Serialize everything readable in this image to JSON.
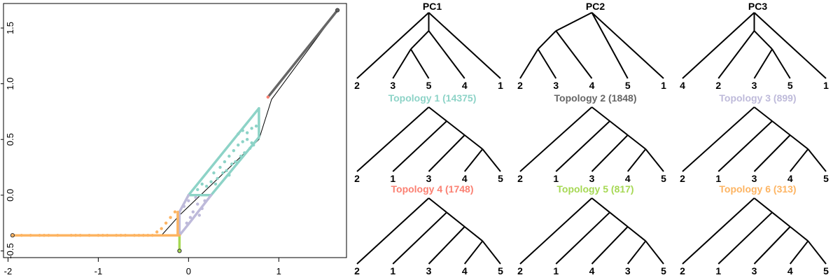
{
  "colors": {
    "topology_1": "#8dd3c7",
    "topology_2": "#666666",
    "topology_3": "#bebada",
    "topology_4": "#fb8072",
    "topology_5": "#a6d854",
    "topology_6": "#fdb462",
    "axis": "#000000",
    "path": "#000000"
  },
  "chart_data": [
    {
      "type": "scatter",
      "title": "",
      "xlabel": "",
      "ylabel": "",
      "xlim": [
        -2.05,
        1.75
      ],
      "ylim": [
        -0.56,
        1.72
      ],
      "x_ticks": [
        -2,
        -1,
        0,
        1
      ],
      "x_tick_labels": [
        "-2",
        "-1",
        "0",
        "1"
      ],
      "y_ticks": [
        -0.5,
        0.0,
        0.5,
        1.0,
        1.5
      ],
      "y_tick_labels": [
        "-0.5",
        "0.0",
        "0.5",
        "1.0",
        "1.5"
      ],
      "grid": false,
      "path": {
        "x": [
          -1.95,
          -0.3,
          -0.1,
          0.78,
          0.92,
          1.65
        ],
        "y": [
          -0.36,
          -0.36,
          -0.18,
          0.5,
          0.86,
          1.66
        ]
      },
      "series": [
        {
          "color_key": "topology_2",
          "segments": [
            {
              "x": [
                0.88,
                1.65
              ],
              "y": [
                0.88,
                1.66
              ]
            }
          ],
          "points": {
            "x": [
              1.65
            ],
            "y": [
              1.66
            ]
          }
        },
        {
          "color_key": "topology_1",
          "segments": [
            {
              "x": [
                0.0,
                0.78
              ],
              "y": [
                0.0,
                0.78
              ]
            },
            {
              "x": [
                0.0,
                0.25
              ],
              "y": [
                0.0,
                0.0
              ]
            },
            {
              "x": [
                0.25,
                0.78
              ],
              "y": [
                0.0,
                0.52
              ]
            },
            {
              "x": [
                0.78,
                0.78
              ],
              "y": [
                0.52,
                0.78
              ]
            }
          ],
          "points": {
            "x": [
              0.1,
              0.15,
              0.2,
              0.25,
              0.28,
              0.32,
              0.35,
              0.38,
              0.4,
              0.42,
              0.45,
              0.48,
              0.5,
              0.52,
              0.55,
              0.58,
              0.6,
              0.62,
              0.65,
              0.68,
              0.7,
              0.72,
              0.75,
              0.55,
              0.6,
              0.65,
              0.7,
              0.3,
              0.45
            ],
            "y": [
              0.05,
              0.1,
              0.08,
              0.12,
              0.2,
              0.15,
              0.25,
              0.2,
              0.3,
              0.22,
              0.35,
              0.28,
              0.4,
              0.3,
              0.45,
              0.35,
              0.48,
              0.38,
              0.5,
              0.42,
              0.6,
              0.45,
              0.62,
              0.55,
              0.58,
              0.56,
              0.47,
              0.1,
              0.18
            ]
          }
        },
        {
          "color_key": "topology_3",
          "segments": [
            {
              "x": [
                -0.1,
                0.0
              ],
              "y": [
                -0.15,
                0.0
              ]
            },
            {
              "x": [
                -0.1,
                -0.1
              ],
              "y": [
                -0.15,
                -0.36
              ]
            },
            {
              "x": [
                -0.1,
                0.0
              ],
              "y": [
                -0.36,
                -0.26
              ]
            },
            {
              "x": [
                0.0,
                0.25
              ],
              "y": [
                -0.26,
                0.0
              ]
            }
          ],
          "points": {
            "x": [
              -0.05,
              0.0,
              0.05,
              0.1,
              0.15,
              0.02,
              -0.02,
              0.08,
              0.12,
              0.18
            ],
            "y": [
              -0.1,
              -0.05,
              -0.15,
              -0.08,
              -0.12,
              -0.2,
              -0.25,
              -0.02,
              -0.18,
              -0.05
            ]
          }
        },
        {
          "color_key": "topology_5",
          "segments": [
            {
              "x": [
                -0.1,
                -0.1
              ],
              "y": [
                -0.36,
                -0.5
              ]
            }
          ],
          "points": {
            "x": [
              -0.1
            ],
            "y": [
              -0.5
            ]
          }
        },
        {
          "color_key": "topology_6",
          "segments": [
            {
              "x": [
                -1.95,
                -0.1
              ],
              "y": [
                -0.36,
                -0.36
              ]
            },
            {
              "x": [
                -0.12,
                -0.12
              ],
              "y": [
                -0.36,
                -0.15
              ]
            }
          ],
          "points": {
            "x": [
              -1.95,
              -1.85,
              -1.75,
              -1.65,
              -1.6,
              -1.55,
              -1.45,
              -1.3,
              -1.25,
              -1.2,
              -1.1,
              -1.0,
              -0.95,
              -0.9,
              -0.8,
              -0.75,
              -0.7,
              -0.6,
              -0.55,
              -0.5,
              -0.45,
              -0.4,
              -0.35,
              -0.3,
              -0.25,
              -0.2,
              -0.15
            ],
            "y": [
              -0.36,
              -0.36,
              -0.36,
              -0.36,
              -0.36,
              -0.36,
              -0.36,
              -0.36,
              -0.36,
              -0.36,
              -0.36,
              -0.36,
              -0.36,
              -0.36,
              -0.36,
              -0.36,
              -0.36,
              -0.36,
              -0.36,
              -0.36,
              -0.36,
              -0.36,
              -0.33,
              -0.3,
              -0.25,
              -0.2,
              -0.15
            ]
          }
        },
        {
          "color_key": "topology_4",
          "segments": [],
          "points": {
            "x": [
              0.88
            ],
            "y": [
              0.88
            ]
          }
        }
      ]
    }
  ],
  "pc_titles": [
    "PC1",
    "PC2",
    "PC3"
  ],
  "trees": [
    {
      "title": "",
      "color_key": null,
      "leaves": [
        "2",
        "3",
        "5",
        "4",
        "1"
      ],
      "internal": [
        [
          0,
          1,
          2,
          3,
          4
        ],
        [
          1,
          2,
          3
        ],
        [
          1,
          2
        ]
      ],
      "star_top": false
    },
    {
      "title": "",
      "color_key": null,
      "leaves": [
        "2",
        "3",
        "4",
        "5",
        "1"
      ],
      "internal": [
        [
          0,
          1,
          2,
          3,
          4
        ],
        [
          0,
          1,
          2
        ],
        [
          0,
          1
        ]
      ],
      "star_top": true
    },
    {
      "title": "",
      "color_key": null,
      "leaves": [
        "4",
        "2",
        "3",
        "5",
        "1"
      ],
      "internal": [
        [
          0,
          1,
          2,
          3,
          4
        ],
        [
          1,
          2,
          3
        ],
        [
          2,
          3
        ]
      ],
      "star_top": false
    },
    {
      "title": "Topology 1 (14375)",
      "color_key": "topology_1",
      "leaves": [
        "2",
        "1",
        "3",
        "4",
        "5"
      ],
      "internal": [
        [
          0,
          1,
          2,
          3,
          4
        ],
        [
          1,
          2,
          3,
          4
        ],
        [
          2,
          3,
          4
        ],
        [
          3,
          4
        ]
      ],
      "star_top": false
    },
    {
      "title": "Topology 2 (1848)",
      "color_key": "topology_2",
      "leaves": [
        "2",
        "1",
        "3",
        "4",
        "5"
      ],
      "internal": [
        [
          0,
          1,
          2,
          3,
          4
        ],
        [
          1,
          2,
          3,
          4
        ],
        [
          2,
          3,
          4
        ],
        [
          3,
          4
        ]
      ],
      "star_top": false
    },
    {
      "title": "Topology 3 (899)",
      "color_key": "topology_3",
      "leaves": [
        "2",
        "1",
        "3",
        "4",
        "5"
      ],
      "internal": [
        [
          0,
          1,
          2,
          3,
          4
        ],
        [
          1,
          2,
          3,
          4
        ],
        [
          2,
          3,
          4
        ],
        [
          3,
          4
        ]
      ],
      "star_top": false
    },
    {
      "title": "Topology 4 (1748)",
      "color_key": "topology_4",
      "leaves": [
        "2",
        "1",
        "3",
        "4",
        "5"
      ],
      "internal": [
        [
          0,
          1,
          2,
          3,
          4
        ],
        [
          1,
          2,
          3,
          4
        ],
        [
          2,
          3,
          4
        ],
        [
          3,
          4
        ]
      ],
      "star_top": false
    },
    {
      "title": "Topology 5 (817)",
      "color_key": "topology_5",
      "leaves": [
        "2",
        "1",
        "4",
        "3",
        "5"
      ],
      "internal": [
        [
          0,
          1,
          2,
          3,
          4
        ],
        [
          1,
          2,
          3,
          4
        ],
        [
          2,
          3,
          4
        ],
        [
          3,
          4
        ]
      ],
      "star_top": false
    },
    {
      "title": "Topology 6 (313)",
      "color_key": "topology_6",
      "leaves": [
        "2",
        "1",
        "3",
        "4",
        "5"
      ],
      "internal": [
        [
          0,
          1,
          2,
          3,
          4
        ],
        [
          1,
          2,
          3,
          4
        ],
        [
          2,
          3,
          4
        ],
        [
          3,
          4
        ]
      ],
      "star_top": false
    }
  ]
}
